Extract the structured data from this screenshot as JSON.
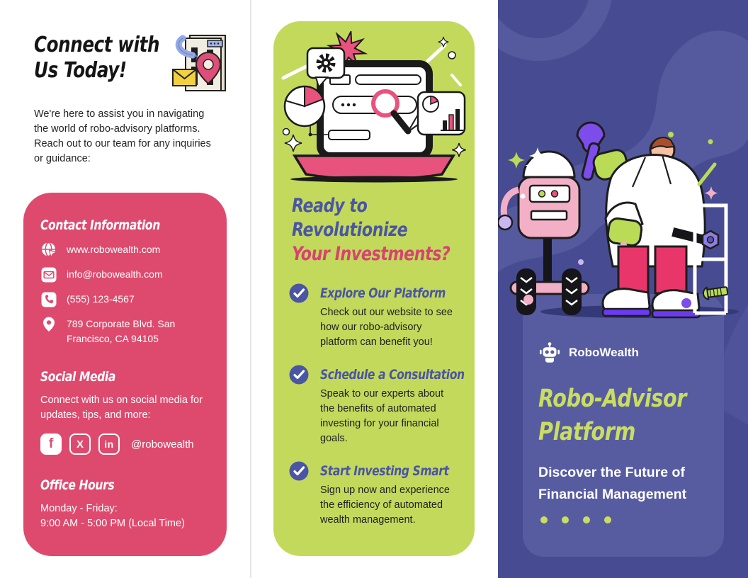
{
  "left": {
    "heading_line1": "Connect with",
    "heading_line2": "Us Today!",
    "intro": "We're here to assist you in navigating the world of robo-advisory platforms. Reach out to our team for any inquiries or guidance:",
    "contact": {
      "heading": "Contact Information",
      "items": [
        {
          "icon": "globe-icon",
          "text": "www.robowealth.com"
        },
        {
          "icon": "envelope-icon",
          "text": "info@robowealth.com"
        },
        {
          "icon": "phone-icon",
          "text": "(555) 123-4567"
        },
        {
          "icon": "location-pin-icon",
          "text": "789 Corporate Blvd. San Francisco, CA 94105"
        }
      ],
      "social": {
        "heading": "Social Media",
        "description": "Connect with us on social media for updates, tips, and more:",
        "icons": [
          {
            "name": "facebook-icon",
            "glyph": "f"
          },
          {
            "name": "x-twitter-icon",
            "glyph": "X"
          },
          {
            "name": "linkedin-icon",
            "glyph": "in"
          }
        ],
        "handle": "@robowealth"
      },
      "office_hours": {
        "heading": "Office Hours",
        "line1": "Monday - Friday:",
        "line2": "9:00 AM - 5:00 PM (Local Time)"
      }
    }
  },
  "middle": {
    "heading_line1": "Ready to",
    "heading_line2": "Revolutionize",
    "heading_line3": "Your Investments?",
    "items": [
      {
        "title": "Explore Our Platform",
        "description": "Check out our website to see how our robo-advisory platform can benefit you!"
      },
      {
        "title": "Schedule a Consultation",
        "description": "Speak to our experts about the benefits of automated investing for your financial goals."
      },
      {
        "title": "Start Investing Smart",
        "description": "Sign up now and experience the efficiency of automated wealth management."
      }
    ]
  },
  "right": {
    "brand": "RoboWealth",
    "title_line1": "Robo-Advisor",
    "title_line2": "Platform",
    "subtitle_line1": "Discover the Future of",
    "subtitle_line2": "Financial Management",
    "pagination_dots": 4
  },
  "colors": {
    "card_pink": "#DE4A6E",
    "accent_pink": "#D64371",
    "illustration_pink": "#E8537D",
    "card_lime": "#C3D95C",
    "lime_text": "#C9DE60",
    "indigo": "#4A55A3",
    "purple_bg": "#474C92",
    "purple_blob": "#555A9E",
    "purple_card": "#575CA1",
    "ink": "#1A1A1A"
  }
}
